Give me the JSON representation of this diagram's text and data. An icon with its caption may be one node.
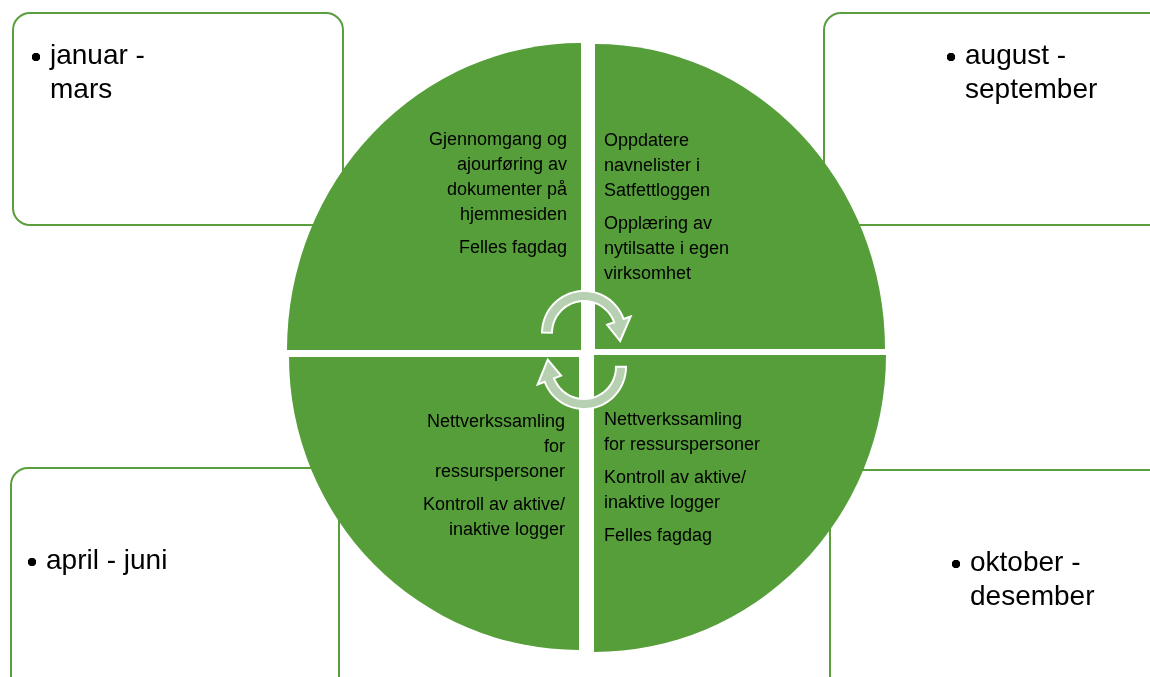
{
  "diagram": {
    "nodes": [
      {
        "text": [
          "januar - mars"
        ]
      },
      {
        "text": [
          "Gjennomgang og ajourføring av dokumenter på hjemmesiden",
          "Felles fagdag"
        ]
      },
      {
        "text": [
          "Oppdatere navnelister i Satfettloggen",
          "Opplæring av nytilsatte i egen virksomhet"
        ]
      },
      {
        "text": [
          "august - september"
        ]
      },
      {
        "text": [
          "april - juni"
        ]
      },
      {
        "text": [
          "Nettverkssamling for ressurspersoner",
          "Kontroll av aktive/ inaktive logger"
        ]
      },
      {
        "text": [
          "Nettverkssamling for ressurspersoner",
          "Kontroll av aktive/ inaktive logger",
          "Felles fagdag"
        ]
      },
      {
        "text": [
          "oktober - desember"
        ]
      }
    ],
    "edges": [
      {
        "from": 1,
        "to": 2,
        "arrow": "to"
      },
      {
        "from": 6,
        "to": 5,
        "arrow": "to"
      }
    ]
  }
}
